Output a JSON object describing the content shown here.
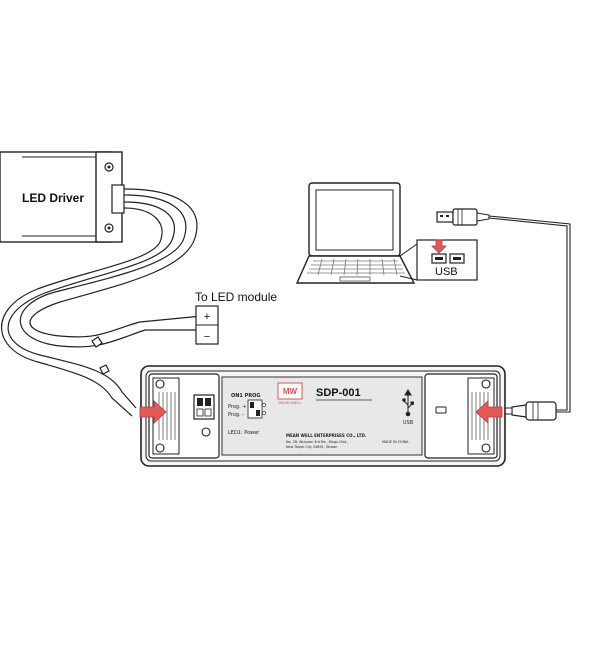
{
  "labels": {
    "led_driver": "LED Driver",
    "to_led_module": "To LED module",
    "plus": "+",
    "minus": "−",
    "usb": "USB"
  },
  "device": {
    "model": "SDP-001",
    "brand_top": "MW",
    "brand_bottom": "MEAN WELL",
    "switch_title": "ON1  PROG",
    "prog_plus": "Prog. +",
    "prog_minus": "Prog. -",
    "led_power": "LED1: Power",
    "usb_label": "USB",
    "company": "MEAN WELL ENTERPRISES CO., LTD.",
    "address1": "No. 28, Wuquan 3rd Rd., Wugu Dist.,",
    "address2": "New Taipei City 24891, Taiwan",
    "made_in": "MADE IN CHINA"
  },
  "colors": {
    "line": "#222222",
    "arrow": "#e05a5a",
    "arrow_stroke": "#c23a3a",
    "brand_red": "#d9534f",
    "label_panel": "#e8e8e8",
    "body": "#f6f6f6"
  }
}
